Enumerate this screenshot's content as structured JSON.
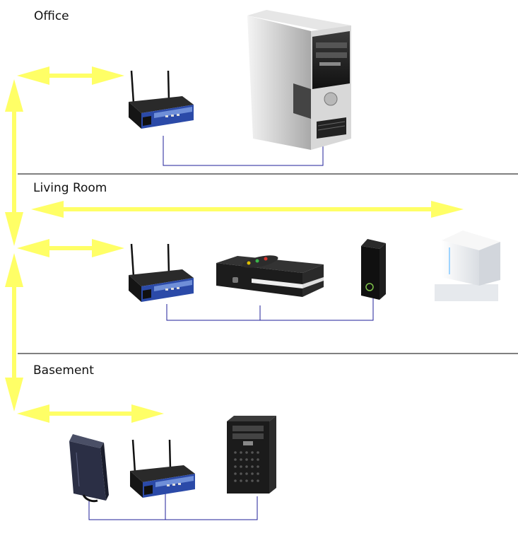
{
  "rooms": {
    "office": {
      "label": "Office"
    },
    "living_room": {
      "label": "Living Room"
    },
    "basement": {
      "label": "Basement"
    }
  },
  "colors": {
    "wireless_link": "#ffff66",
    "wired_link": "#1f1f9a",
    "divider": "#000000",
    "router_blue": "#2b4aa8"
  },
  "devices": {
    "office": [
      "wireless-router-icon",
      "desktop-tower-icon"
    ],
    "living_room": [
      "wireless-router-icon",
      "dvr-box-icon",
      "game-console-icon",
      "game-console-icon"
    ],
    "basement": [
      "cable-modem-icon",
      "wireless-router-icon",
      "server-tower-icon"
    ]
  }
}
